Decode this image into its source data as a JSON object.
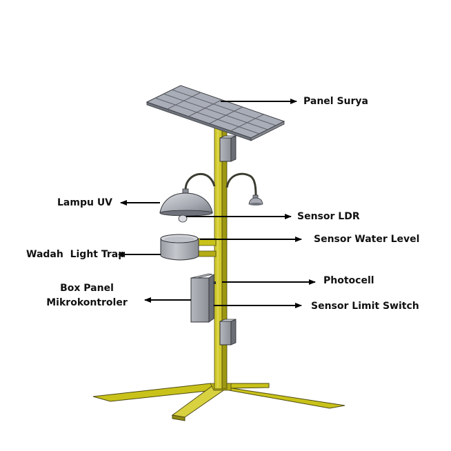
{
  "labels": {
    "panel_surya": "Panel Surya",
    "lampu_uv": "Lampu UV",
    "sensor_ldr": "Sensor LDR",
    "sensor_water_level": "Sensor Water Level",
    "wadah_light_trap": "Wadah  Light Trap",
    "photocell": "Photocell",
    "box_panel_line1": "Box Panel",
    "box_panel_line2": "Mikrokontroler",
    "sensor_limit_switch": "Sensor Limit Switch"
  },
  "colors": {
    "pole": "#c9c21a",
    "pole_dark": "#8f8a10",
    "pole_light": "#ddd54a",
    "panel": "#a9adb7",
    "panel_dark": "#6e727b",
    "box": "#a6a9b1",
    "box_dark": "#6b6e75",
    "lamp": "#b9bcc3",
    "arrow": "#000000"
  }
}
